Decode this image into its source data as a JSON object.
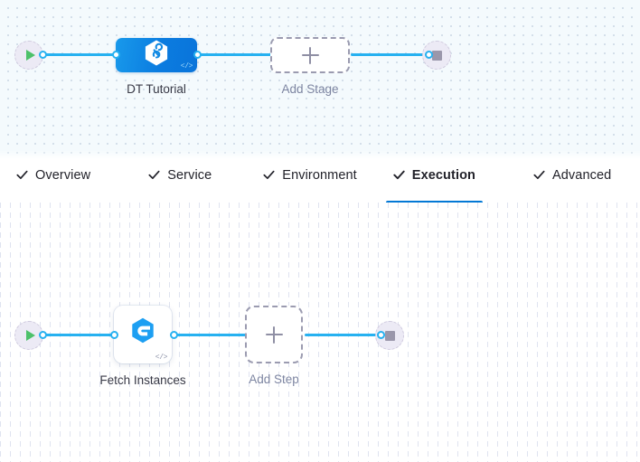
{
  "colors": {
    "edge": "#27b1f0",
    "accent": "#0278d5",
    "stage_node": "#0b7ce0",
    "play": "#4dc16a",
    "stop": "#9a97ab",
    "canvas_top_bg": "#f4fafd",
    "canvas_bottom_bg": "#ffffff",
    "grid_dot": "#c9d6e4",
    "label": "#383946",
    "label_muted": "#7d85a1"
  },
  "stage_canvas": {
    "name": "pipeline-stage-canvas",
    "start_node": {
      "icon": "play-icon",
      "label": ""
    },
    "end_node": {
      "icon": "stop-icon",
      "label": ""
    },
    "nodes": [
      {
        "id": "dt-tutorial",
        "label": "DT Tutorial",
        "icon": "hexagon-infinity-icon",
        "badge_icon": "code-icon",
        "badge_text": "</>",
        "type": "stage",
        "selected": true
      }
    ],
    "add_placeholder": {
      "label": "Add Stage",
      "icon": "plus-icon"
    }
  },
  "tabs": {
    "name": "stage-config-tabs",
    "items": [
      {
        "label": "Overview",
        "icon": "check-icon",
        "active": false
      },
      {
        "label": "Service",
        "icon": "check-icon",
        "active": false
      },
      {
        "label": "Environment",
        "icon": "check-icon",
        "active": false
      },
      {
        "label": "Execution",
        "icon": "check-icon",
        "active": true
      },
      {
        "label": "Advanced",
        "icon": "check-icon",
        "active": false
      }
    ]
  },
  "step_canvas": {
    "name": "execution-step-canvas",
    "start_node": {
      "icon": "play-icon",
      "label": ""
    },
    "end_node": {
      "icon": "stop-icon",
      "label": ""
    },
    "nodes": [
      {
        "id": "fetch-instances",
        "label": "Fetch Instances",
        "icon": "harness-hexagon-e-icon",
        "badge_icon": "code-icon",
        "badge_text": "</>",
        "type": "step"
      }
    ],
    "add_placeholder": {
      "label": "Add Step",
      "icon": "plus-icon"
    }
  }
}
